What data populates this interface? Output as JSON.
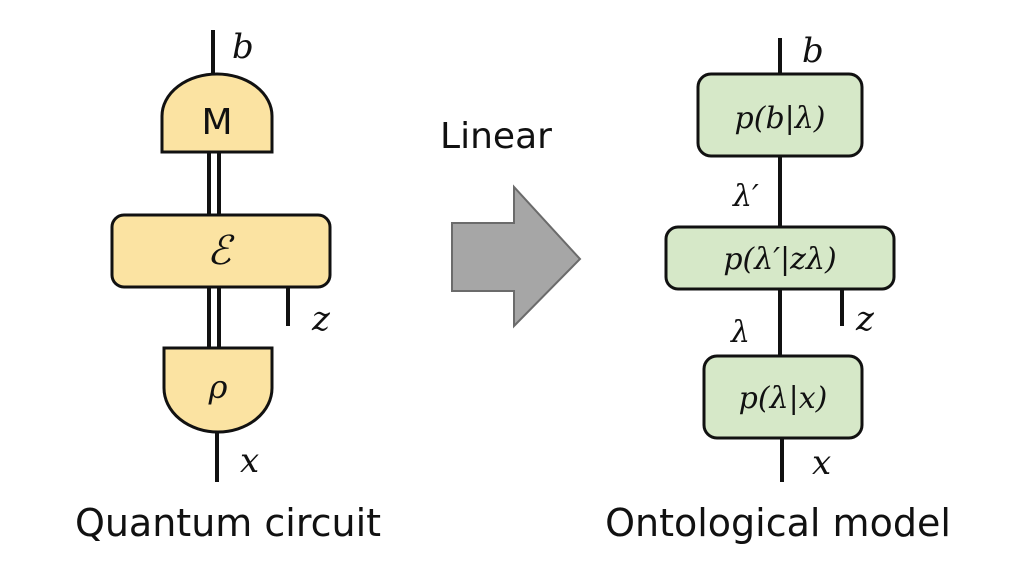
{
  "left": {
    "caption": "Quantum circuit",
    "measure_label": "M",
    "channel_label": "ℰ",
    "state_label": "ρ",
    "output_label": "b",
    "side_input_label": "z",
    "input_label": "x"
  },
  "arrow": {
    "label": "Linear"
  },
  "right": {
    "caption": "Ontological model",
    "top_box": "p(b|λ)",
    "mid_box": "p(λ′|zλ)",
    "bottom_box": "p(λ|x)",
    "output_label": "b",
    "wire_upper_label": "λ′",
    "wire_lower_label": "λ",
    "side_input_label": "z",
    "input_label": "x"
  },
  "colors": {
    "quantum_fill": "#fbe3a2",
    "ontological_fill": "#d6e8c8",
    "arrow_fill": "#a6a6a6"
  }
}
